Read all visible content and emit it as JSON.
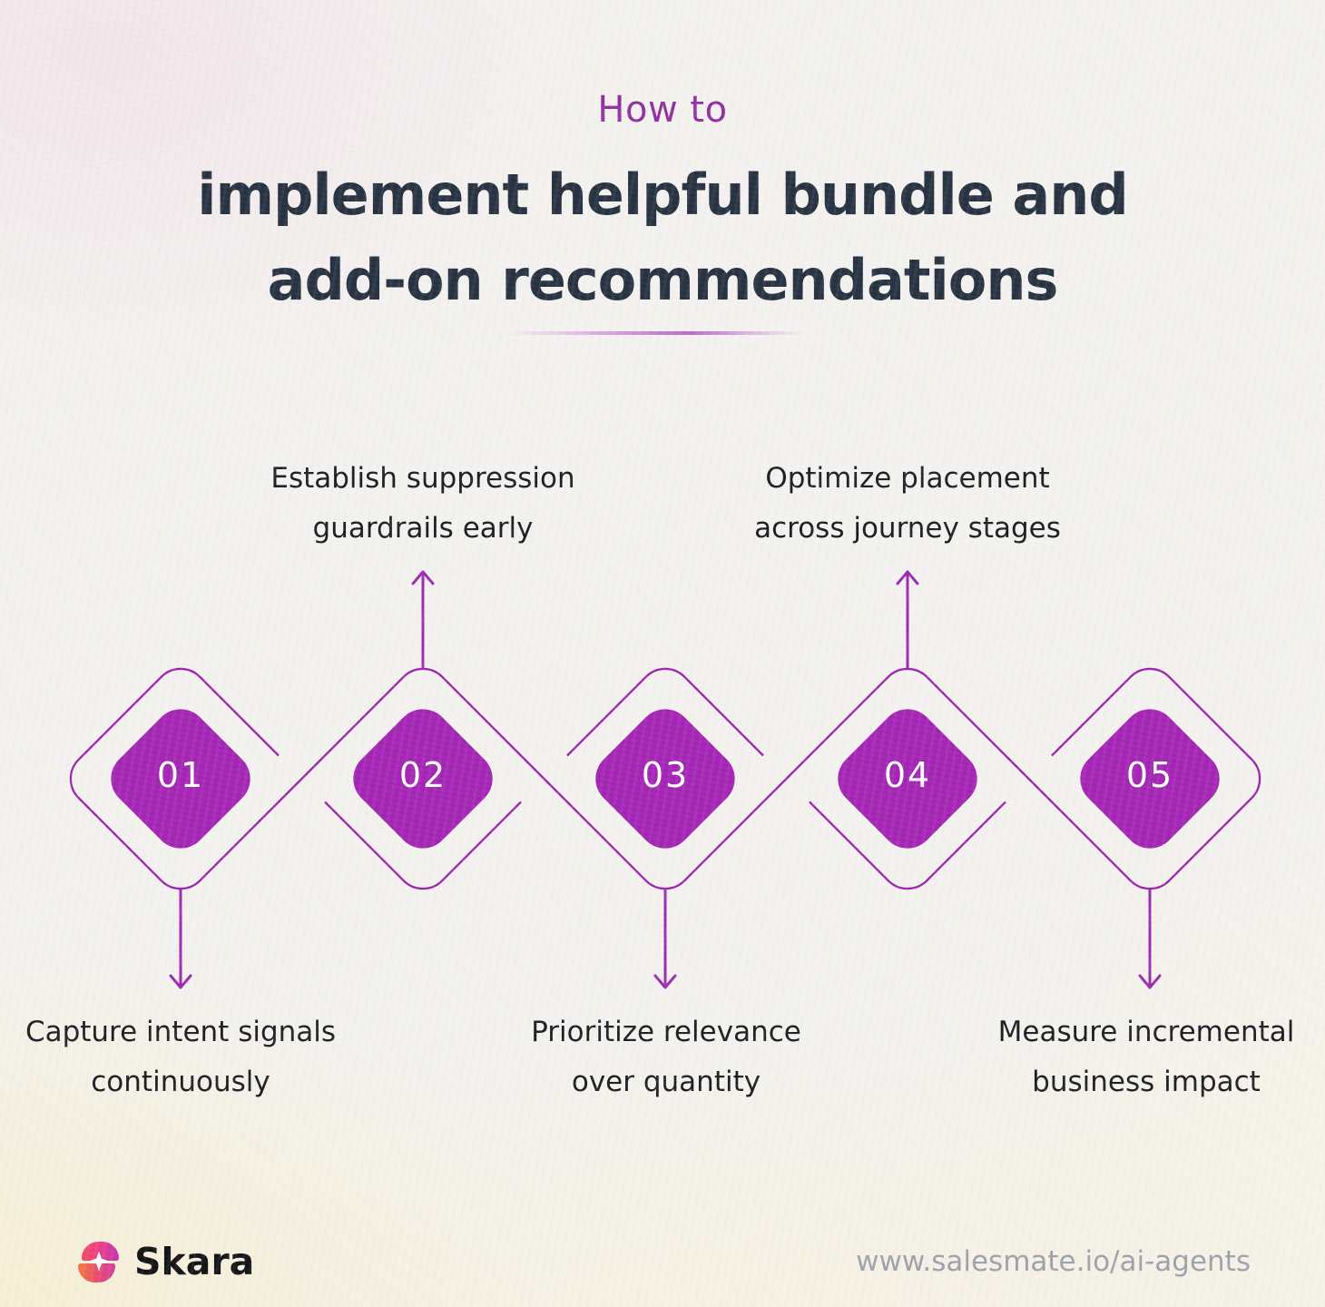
{
  "header": {
    "kicker": "How to",
    "title_line1": "implement helpful bundle and",
    "title_line2": "add-on recommendations"
  },
  "steps": [
    {
      "number": "01",
      "label_line1": "Capture intent signals",
      "label_line2": "continuously",
      "label_position": "below"
    },
    {
      "number": "02",
      "label_line1": "Establish suppression",
      "label_line2": "guardrails early",
      "label_position": "above"
    },
    {
      "number": "03",
      "label_line1": "Prioritize relevance",
      "label_line2": "over quantity",
      "label_position": "below"
    },
    {
      "number": "04",
      "label_line1": "Optimize placement",
      "label_line2": "across journey stages",
      "label_position": "above"
    },
    {
      "number": "05",
      "label_line1": "Measure incremental",
      "label_line2": "business impact",
      "label_position": "below"
    }
  ],
  "footer": {
    "brand": "Skara",
    "url": "www.salesmate.io/ai-agents"
  },
  "colors": {
    "diamond_fill": "#A322B4",
    "outline_stroke": "#9C1FAC",
    "arrow": "#9C27B0",
    "kicker": "#8E2D9C",
    "title": "#242F3F",
    "label": "#191B20",
    "url": "#9CA1A9"
  }
}
